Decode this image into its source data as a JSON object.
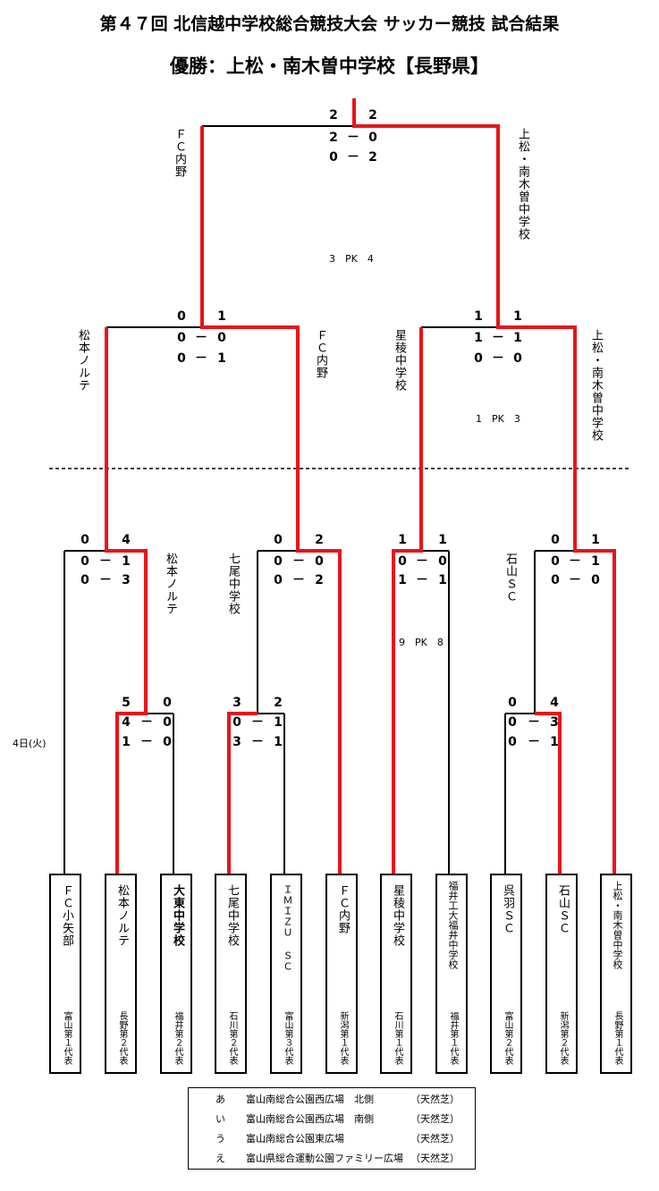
{
  "title": "第４７回 北信越中学校総合競技大会 サッカー競技 試合結果",
  "champion": "優勝：上松・南木曽中学校【長野県】",
  "date_label": "4日(火)",
  "teams": [
    {
      "name": "ＦＣ小矢部",
      "qual": "富山第１代表"
    },
    {
      "name": "松本ノルテ",
      "qual": "長野第２代表"
    },
    {
      "name": "大東中学校",
      "qual": "福井第２代表"
    },
    {
      "name": "七尾中学校",
      "qual": "石川第２代表"
    },
    {
      "name": "ＩＭＩＺＵ ＳＣ",
      "qual": "富山第３代表"
    },
    {
      "name": "ＦＣ内野",
      "qual": "新潟第１代表"
    },
    {
      "name": "星稜中学校",
      "qual": "石川第１代表"
    },
    {
      "name": "福井工大福井中学校",
      "qual": "福井第１代表"
    },
    {
      "name": "呉羽ＳＣ",
      "qual": "富山第２代表"
    },
    {
      "name": "石山ＳＣ",
      "qual": "新潟第２代表"
    },
    {
      "name": "上松・南木曽中学校",
      "qual": "長野第１代表"
    }
  ],
  "r1": {
    "m1": {
      "left": "5",
      "right": "0",
      "h1": [
        "4",
        "－",
        "0"
      ],
      "h2": [
        "1",
        "－",
        "0"
      ]
    },
    "m2": {
      "left": "3",
      "right": "2",
      "h1": [
        "0",
        "－",
        "1"
      ],
      "h2": [
        "3",
        "－",
        "1"
      ]
    },
    "m3": {
      "left": "0",
      "right": "4",
      "h1": [
        "0",
        "－",
        "3"
      ],
      "h2": [
        "0",
        "－",
        "1"
      ]
    }
  },
  "qf": {
    "m1": {
      "left": "0",
      "right": "4",
      "h1": [
        "0",
        "－",
        "1"
      ],
      "h2": [
        "0",
        "－",
        "3"
      ],
      "winner_label": "松本ノルテ"
    },
    "m2": {
      "left": "0",
      "right": "2",
      "h1": [
        "0",
        "－",
        "0"
      ],
      "h2": [
        "0",
        "－",
        "2"
      ],
      "winner_label": "七尾中学校"
    },
    "m3": {
      "left": "1",
      "right": "1",
      "h1": [
        "0",
        "－",
        "0"
      ],
      "h2": [
        "1",
        "－",
        "1"
      ],
      "pk": "9　PK　8"
    },
    "m4": {
      "left": "0",
      "right": "1",
      "h1": [
        "0",
        "－",
        "1"
      ],
      "h2": [
        "0",
        "－",
        "0"
      ],
      "winner_label": "石山ＳＣ"
    }
  },
  "sf": {
    "m1": {
      "left": "0",
      "right": "1",
      "h1": [
        "0",
        "－",
        "0"
      ],
      "h2": [
        "0",
        "－",
        "1"
      ],
      "left_label": "松本ノルテ",
      "right_label": "ＦＣ内野"
    },
    "m2": {
      "left": "1",
      "right": "1",
      "h1": [
        "1",
        "－",
        "1"
      ],
      "h2": [
        "0",
        "－",
        "0"
      ],
      "pk": "1　PK　3",
      "left_label": "星稜中学校",
      "right_label": "上松・南木曽中学校"
    }
  },
  "final": {
    "left": "2",
    "right": "2",
    "h1": [
      "2",
      "－",
      "0"
    ],
    "h2": [
      "0",
      "－",
      "2"
    ],
    "pk": "3　PK　4",
    "left_label": "ＦＣ内野",
    "right_label": "上松・南木曽中学校"
  },
  "venues": [
    {
      "mark": "あ",
      "place": "富山南総合公園西広場　北側",
      "surface": "（天然芝）"
    },
    {
      "mark": "い",
      "place": "富山南総合公園西広場　南側",
      "surface": "（天然芝）"
    },
    {
      "mark": "う",
      "place": "富山南総合公園東広場",
      "surface": "（天然芝）"
    },
    {
      "mark": "え",
      "place": "富山県総合運動公園ファミリー広場",
      "surface": "（天然芝）"
    }
  ],
  "colors": {
    "winner_line": "#e8141c",
    "line": "#000000"
  }
}
